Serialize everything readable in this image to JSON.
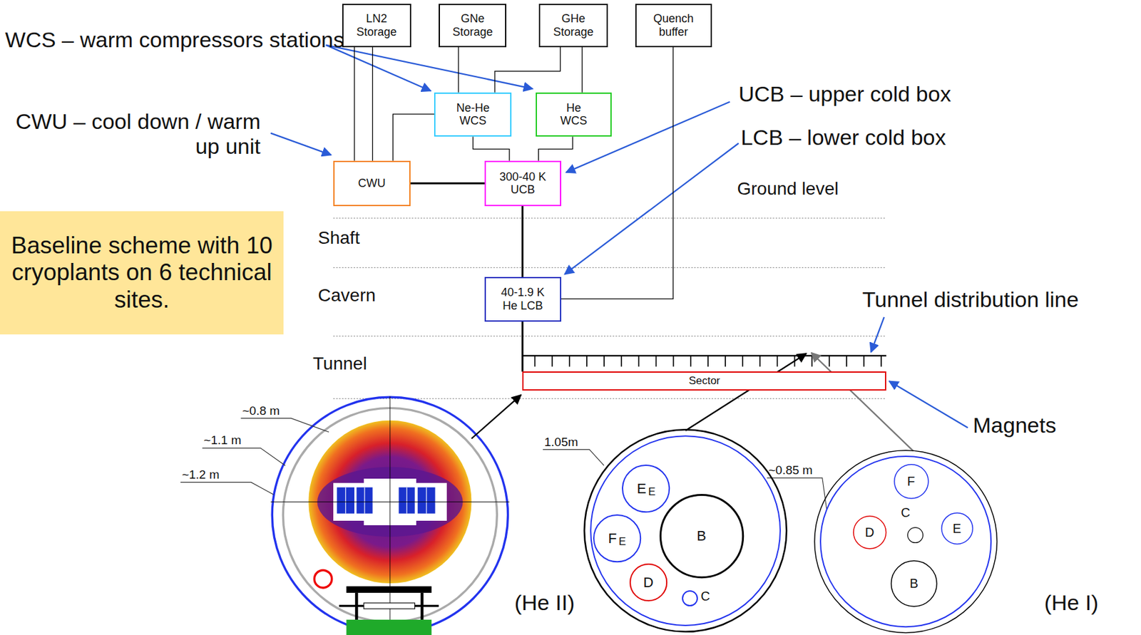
{
  "diagram": {
    "nodes": [
      {
        "text": [
          "LN2 Storage"
        ]
      },
      {
        "text": [
          "GNe Storage"
        ]
      },
      {
        "text": [
          "GHe Storage"
        ]
      },
      {
        "text": [
          "Quench buffer"
        ]
      },
      {
        "text": [
          "Ne-He WCS"
        ]
      },
      {
        "text": [
          "He WCS"
        ]
      },
      {
        "text": [
          "CWU"
        ]
      },
      {
        "text": [
          "300-40 K UCB"
        ]
      },
      {
        "text": [
          "40-1.9 K He LCB"
        ]
      },
      {
        "text": [
          "Sector"
        ]
      },
      {
        "text": [
          "Baseline scheme with 10 cryoplants on 6 technical sites."
        ]
      },
      {
        "text": [
          "(He II)"
        ]
      },
      {
        "text": [
          "E",
          "E"
        ],
        "in": 11
      },
      {
        "text": [
          "F",
          "E"
        ],
        "in": 11
      },
      {
        "text": [
          "B"
        ],
        "in": 11
      },
      {
        "text": [
          "D"
        ],
        "in": 11
      },
      {
        "text": [
          "C"
        ],
        "in": 11
      },
      {
        "text": [
          "(He I)"
        ]
      },
      {
        "text": [
          "F"
        ],
        "in": 17
      },
      {
        "text": [
          "C"
        ],
        "in": 17
      },
      {
        "text": [
          "D"
        ],
        "in": 17
      },
      {
        "text": [
          "E"
        ],
        "in": 17
      },
      {
        "text": [
          "B"
        ],
        "in": 17
      }
    ],
    "edges": [
      {
        "from": 0,
        "to": 6,
        "arrow": "none"
      },
      {
        "from": 0,
        "to": 6,
        "arrow": "none"
      },
      {
        "from": 6,
        "to": 4,
        "arrow": "none"
      },
      {
        "from": 1,
        "to": 4,
        "arrow": "none"
      },
      {
        "from": 2,
        "to": 4,
        "arrow": "none"
      },
      {
        "from": 2,
        "to": 5,
        "arrow": "none"
      },
      {
        "from": 4,
        "to": 7,
        "arrow": "none"
      },
      {
        "from": 5,
        "to": 7,
        "arrow": "none"
      },
      {
        "from": 6,
        "to": 7,
        "arrow": "none"
      },
      {
        "from": 7,
        "to": 8,
        "arrow": "none"
      },
      {
        "from": 3,
        "to": 8,
        "arrow": "none"
      },
      {
        "from": 8,
        "to": 9,
        "arrow": "none"
      }
    ],
    "labels": [
      "WCS – warm compressors stations",
      "CWU – cool down / warm up unit",
      "UCB – upper cold box",
      "LCB – lower cold box",
      "Ground level",
      "Shaft",
      "Cavern",
      "Tunnel",
      "Tunnel distribution line",
      "Magnets",
      "~0.8 m",
      "~1.1 m",
      "~1.2 m",
      "1.05m",
      "~0.85 m"
    ]
  }
}
